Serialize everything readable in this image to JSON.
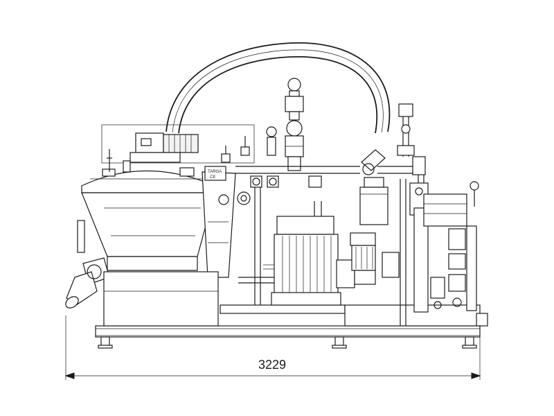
{
  "drawing": {
    "overall_length_dimension": "3229",
    "nameplate_label": "TARGA",
    "ce_mark": "CE"
  }
}
